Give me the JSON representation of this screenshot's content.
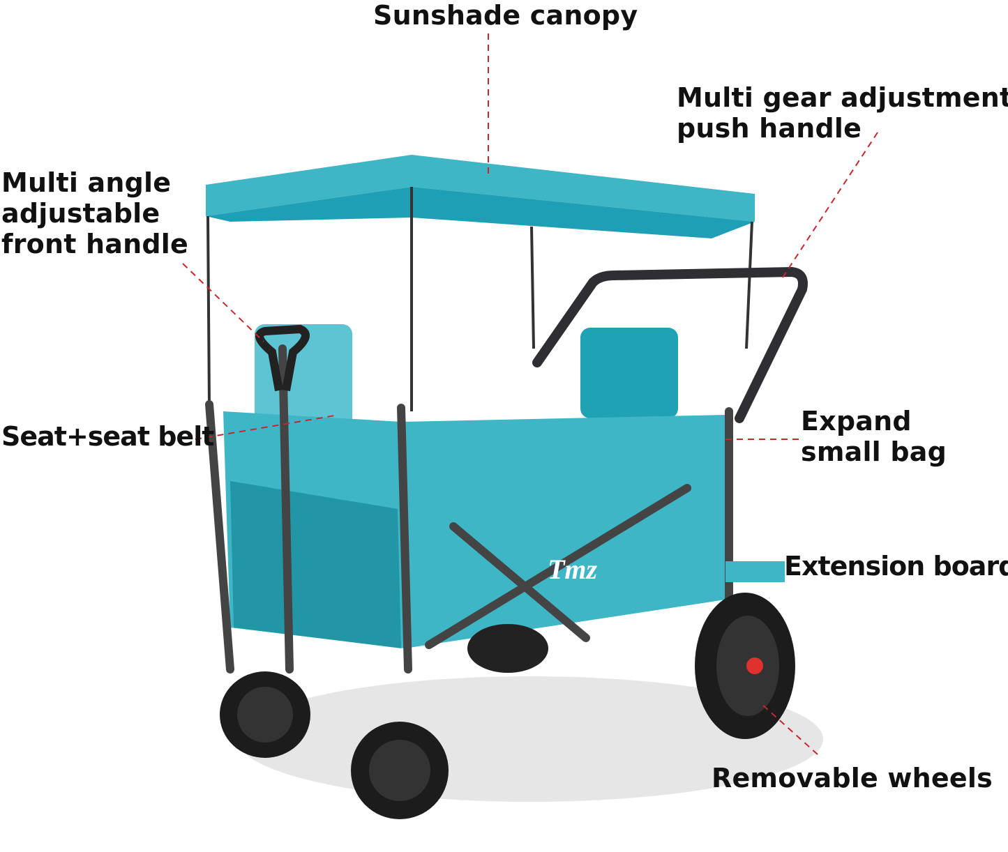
{
  "labels": {
    "canopy": "Sunshade canopy",
    "push_handle": [
      "Multi gear adjustment",
      "push handle"
    ],
    "front_handle": [
      "Multi angle",
      "adjustable",
      "front handle"
    ],
    "seat": "Seat+seat belt",
    "bag": [
      "Expand",
      "small bag"
    ],
    "board": "Extension board",
    "wheels": "Removable wheels"
  },
  "logo": "Tmz",
  "colors": {
    "fabric": "#3fb6c6",
    "frame": "#3a3a3e",
    "leader_line": "#c8262b",
    "accent": "#e0312f"
  }
}
